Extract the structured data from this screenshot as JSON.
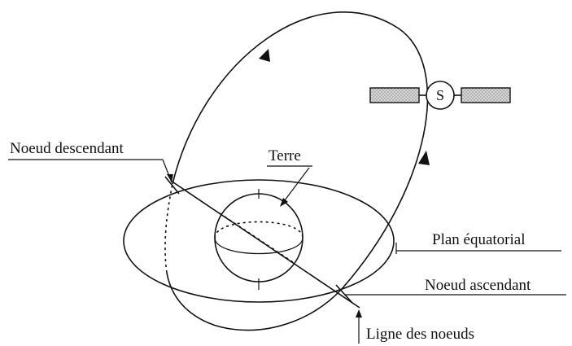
{
  "labels": {
    "descending_node": "Noeud descendant",
    "earth": "Terre",
    "equatorial_plane": "Plan équatorial",
    "ascending_node": "Noeud ascendant",
    "line_of_nodes": "Ligne des noeuds",
    "satellite": "S"
  },
  "colors": {
    "ink": "#111111",
    "background": "#ffffff",
    "solar_panel_fill": "#cfcfcf"
  }
}
